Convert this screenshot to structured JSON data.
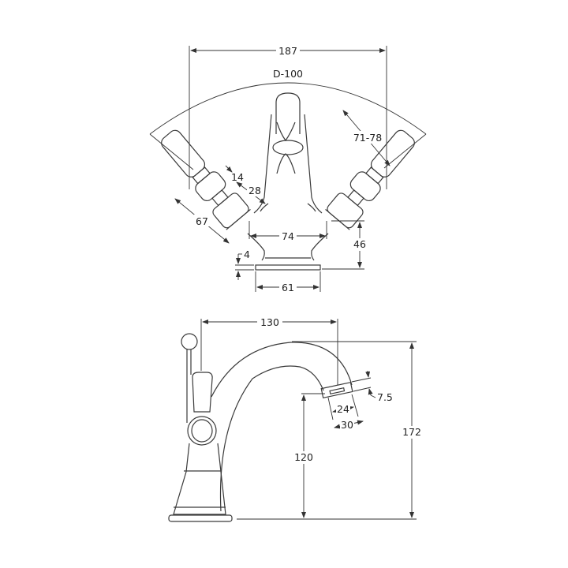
{
  "title": "Mono basin mixer tap technical drawing",
  "top_view": {
    "dimensions": {
      "overall_width": "187",
      "handle_arc": "D-100",
      "handle_length": "71-78",
      "collar_width": "14",
      "collar_offset": "28",
      "handle_reach": "67",
      "body_width": "74",
      "body_height": "46",
      "base_thickness": "4",
      "base_width": "61"
    }
  },
  "side_view": {
    "dimensions": {
      "spout_reach": "130",
      "aerator_offset": "7.5",
      "aerator_inner": "24",
      "aerator_outer": "30",
      "spout_outlet_height": "120",
      "overall_height": "172"
    }
  }
}
